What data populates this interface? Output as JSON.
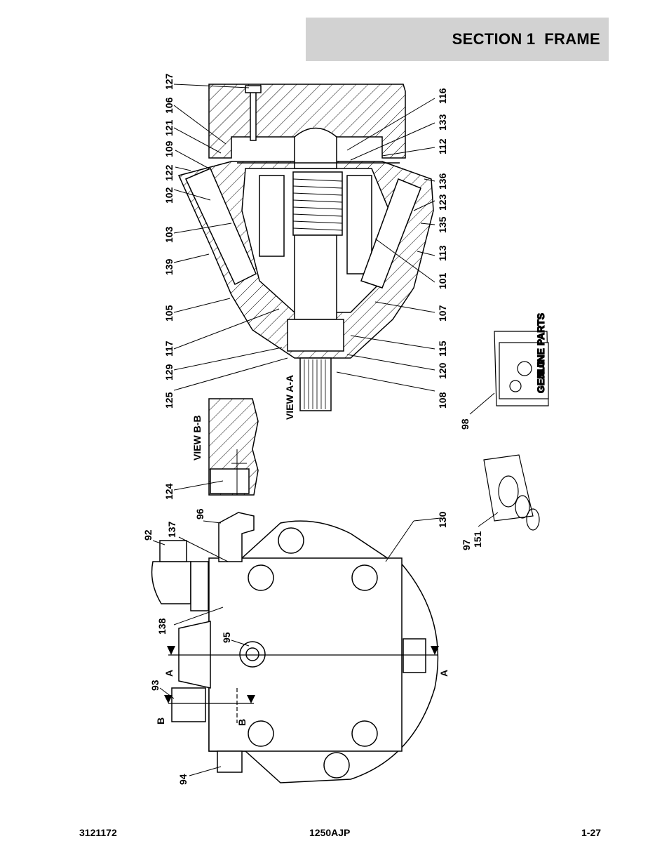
{
  "header": {
    "section_title": "SECTION 1  FRAME"
  },
  "footer": {
    "doc_number": "3121172",
    "model": "1250AJP",
    "page": "1-27"
  },
  "view_labels": {
    "view_aa": "VIEW A-A",
    "view_bb": "VIEW B-B"
  },
  "section_marks": {
    "a_left": "A",
    "a_right": "A",
    "b_left": "B",
    "b_right": "B"
  },
  "callouts": {
    "c127": "127",
    "c106": "106",
    "c121": "121",
    "c109": "109",
    "c122": "122",
    "c102": "102",
    "c103": "103",
    "c139": "139",
    "c105": "105",
    "c117": "117",
    "c129": "129",
    "c125": "125",
    "c116": "116",
    "c133": "133",
    "c112": "112",
    "c136": "136",
    "c123": "123",
    "c135": "135",
    "c113": "113",
    "c101": "101",
    "c107": "107",
    "c115": "115",
    "c120": "120",
    "c108": "108",
    "c98": "98",
    "c124": "124",
    "c92": "92",
    "c137": "137",
    "c96": "96",
    "c130": "130",
    "c97": "97",
    "c151": "151",
    "c138": "138",
    "c95": "95",
    "c93": "93",
    "c94": "94"
  },
  "kit_label": {
    "brand": "JLG",
    "text": "GENUINE PARTS"
  }
}
